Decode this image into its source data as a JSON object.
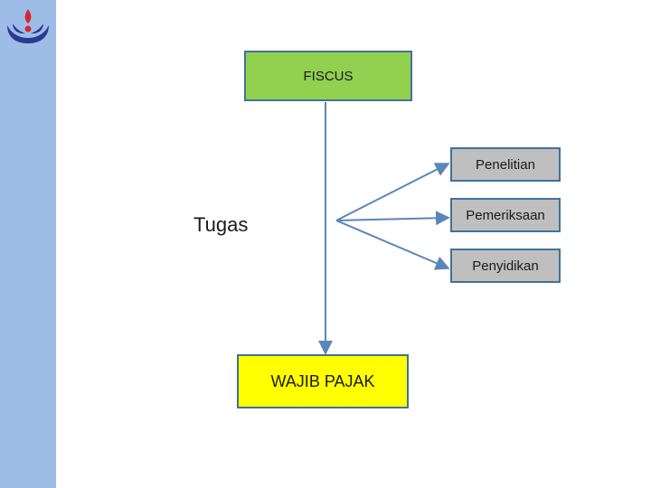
{
  "top_box": {
    "label": "FISCUS"
  },
  "bottom_box": {
    "label": "WAJIB PAJAK"
  },
  "center_label": "Tugas",
  "tasks": [
    {
      "label": "Penelitian"
    },
    {
      "label": "Pemeriksaan"
    },
    {
      "label": "Penyidikan"
    }
  ],
  "colors": {
    "sidebar": "#9dbde8",
    "fiscus_fill": "#92d050",
    "wajib_fill": "#ffff00",
    "task_fill": "#bfbfbf",
    "border": "#41719c",
    "connector": "#5b86b8",
    "logo_blue": "#2b3990",
    "logo_red": "#d7262e"
  }
}
